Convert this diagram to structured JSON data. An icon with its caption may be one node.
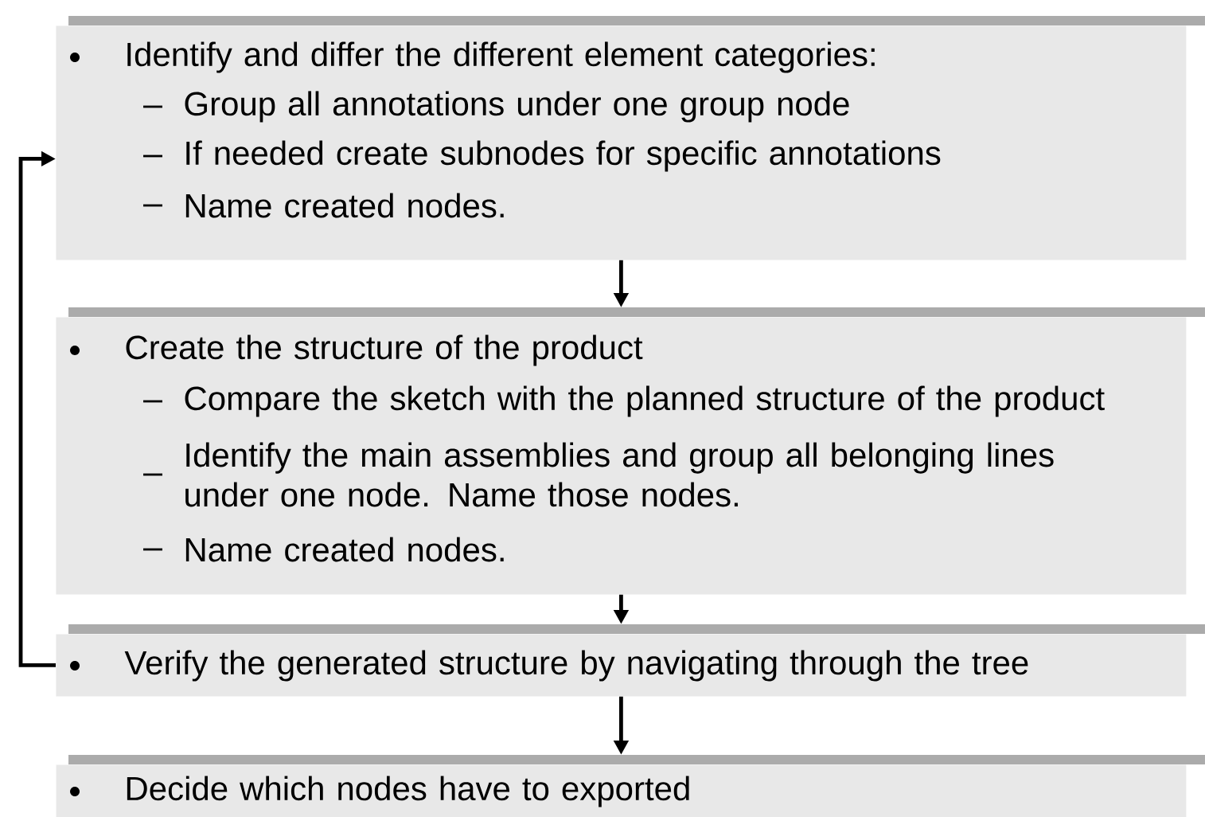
{
  "diagram": {
    "nodes": [
      {
        "text": [
          "Identify and differ the different element categories:",
          "Group all annotations under one group node",
          "If needed create subnodes for specific annotations",
          "Name created nodes."
        ]
      },
      {
        "text": [
          "Create the structure of the product",
          "Compare the sketch with the planned structure of the product",
          "Identify the main assemblies and group all belonging lines under one node. Name those nodes.",
          "Name created nodes."
        ]
      },
      {
        "text": [
          "Verify the generated structure by navigating through the tree"
        ]
      },
      {
        "text": [
          "Decide which nodes have to exported"
        ]
      }
    ],
    "edges": [
      {
        "from": 0,
        "to": 1,
        "arrow": "to"
      },
      {
        "from": 1,
        "to": 2,
        "arrow": "to"
      },
      {
        "from": 2,
        "to": 3,
        "arrow": "to"
      },
      {
        "from": 2,
        "to": 0,
        "arrow": "to"
      }
    ]
  }
}
